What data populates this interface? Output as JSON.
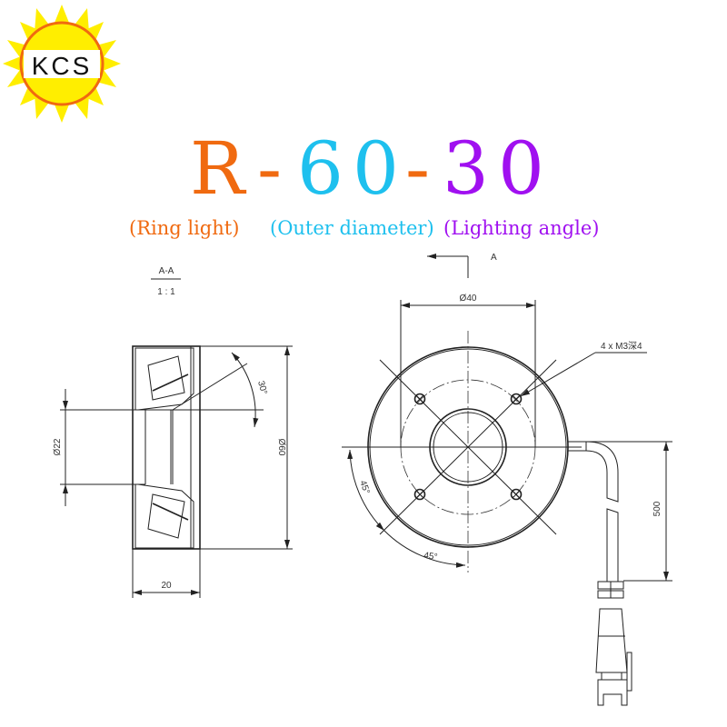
{
  "logo": {
    "text": "KCS"
  },
  "title": {
    "parts": [
      "R",
      "-",
      "6",
      "0",
      "-",
      "3",
      "0"
    ],
    "colors": {
      "ring": "#f06a10",
      "diameter": "#1ec0ee",
      "angle": "#a010f0"
    }
  },
  "subtitle": {
    "ring": "(Ring light)",
    "diameter": "(Outer diameter)",
    "angle": "(Lighting angle)"
  },
  "section_view": {
    "label": "A-A",
    "scale": "1 : 1",
    "dim_outer": "Ø60",
    "dim_bore": "Ø22",
    "dim_width": "20",
    "dim_angle": "30°"
  },
  "front_view": {
    "section_marker": "A",
    "dim_pcd": "Ø40",
    "hole_callout": "4 x M3深4",
    "angle_1": "45°",
    "angle_2": "45°",
    "cable_length": "500"
  }
}
